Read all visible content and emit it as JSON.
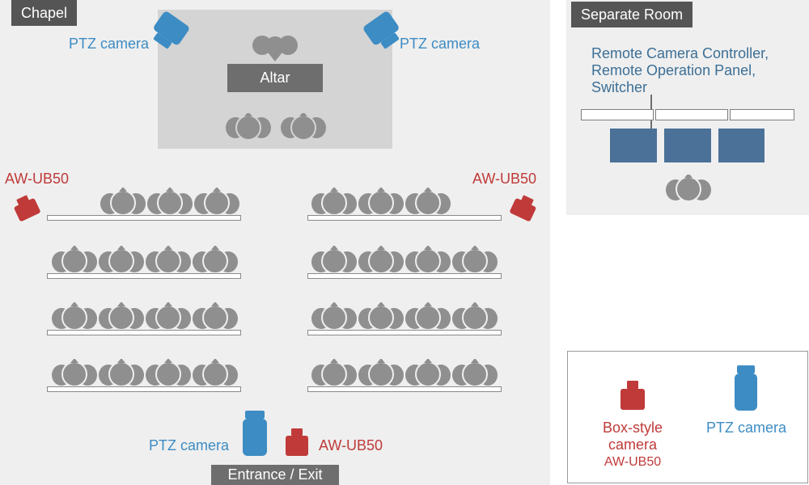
{
  "chapel": {
    "title": "Chapel",
    "altar_label": "Altar",
    "ptz_left_label": "PTZ camera",
    "ptz_right_label": "PTZ camera",
    "ub50_left_label": "AW-UB50",
    "ub50_right_label": "AW-UB50",
    "ptz_bottom_label": "PTZ camera",
    "ub50_bottom_label": "AW-UB50",
    "entrance_label": "Entrance / Exit"
  },
  "separate_room": {
    "title": "Separate Room",
    "description_lines": [
      "Remote Camera Controller,",
      "Remote Operation Panel,",
      "Switcher"
    ]
  },
  "legend": {
    "box_label_line1": "Box-style",
    "box_label_line2": "camera",
    "box_model": "AW-UB50",
    "ptz_label": "PTZ camera"
  },
  "colors": {
    "ptz_blue": "#3d8cc4",
    "box_red": "#c03a3a",
    "person_gray": "#8f8f8f",
    "monitor_blue": "#4b7198"
  }
}
